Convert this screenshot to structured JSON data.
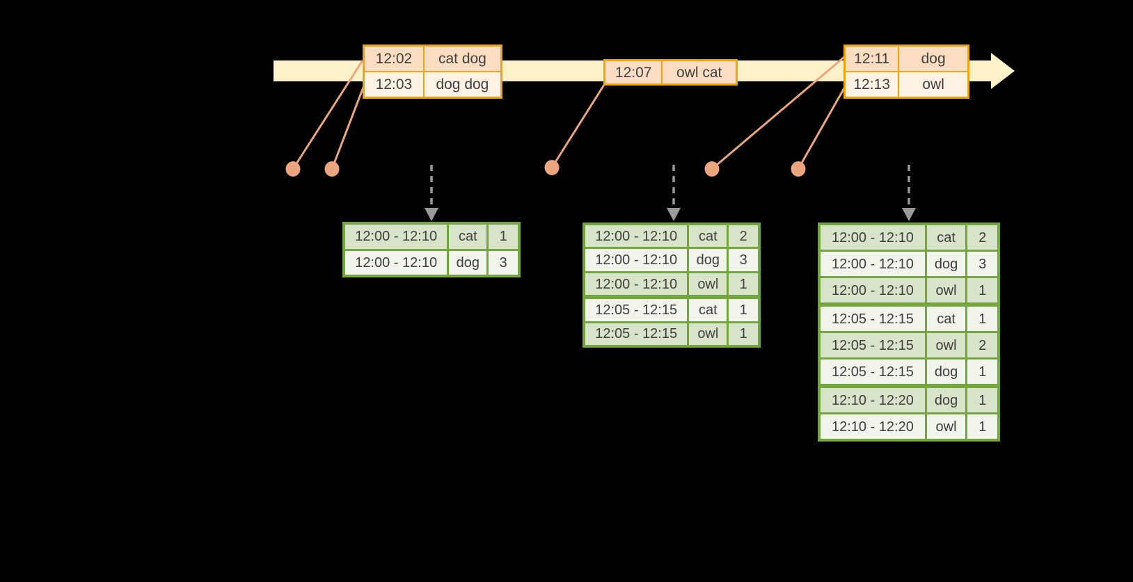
{
  "diagram": {
    "event_tables": [
      {
        "events": [
          {
            "time": "12:02",
            "words": "cat dog"
          },
          {
            "time": "12:03",
            "words": "dog dog"
          }
        ]
      },
      {
        "events": [
          {
            "time": "12:07",
            "words": "owl cat"
          }
        ]
      },
      {
        "events": [
          {
            "time": "12:11",
            "words": "dog"
          },
          {
            "time": "12:13",
            "words": "owl"
          }
        ]
      }
    ],
    "result_tables": [
      {
        "rows": [
          {
            "window": "12:00 - 12:10",
            "word": "cat",
            "count": "1"
          },
          {
            "window": "12:00 - 12:10",
            "word": "dog",
            "count": "3"
          }
        ]
      },
      {
        "rows": [
          {
            "window": "12:00 - 12:10",
            "word": "cat",
            "count": "2"
          },
          {
            "window": "12:00 - 12:10",
            "word": "dog",
            "count": "3"
          },
          {
            "window": "12:00 - 12:10",
            "word": "owl",
            "count": "1"
          },
          {
            "window": "12:05 - 12:15",
            "word": "cat",
            "count": "1"
          },
          {
            "window": "12:05 - 12:15",
            "word": "owl",
            "count": "1"
          }
        ]
      },
      {
        "rows": [
          {
            "window": "12:00 - 12:10",
            "word": "cat",
            "count": "2"
          },
          {
            "window": "12:00 - 12:10",
            "word": "dog",
            "count": "3"
          },
          {
            "window": "12:00 - 12:10",
            "word": "owl",
            "count": "1"
          },
          {
            "window": "12:05 - 12:15",
            "word": "cat",
            "count": "1"
          },
          {
            "window": "12:05 - 12:15",
            "word": "owl",
            "count": "2"
          },
          {
            "window": "12:05 - 12:15",
            "word": "dog",
            "count": "1"
          },
          {
            "window": "12:10 - 12:20",
            "word": "dog",
            "count": "1"
          },
          {
            "window": "12:10 - 12:20",
            "word": "owl",
            "count": "1"
          }
        ]
      }
    ],
    "colors": {
      "background": "#000000",
      "timeline_band": "#FCF1C9",
      "event_table_border": "#F0A40B",
      "event_row_peach": "#FBDEC1",
      "event_row_cream": "#FDF2E4",
      "leader_salmon": "#ECA67F",
      "trigger_gray": "#9B9B9B",
      "result_border_green": "#74A63E",
      "result_row_green": "#D8E4C9",
      "result_row_light": "#F0F4EA",
      "text": "#3E3E3E"
    }
  }
}
